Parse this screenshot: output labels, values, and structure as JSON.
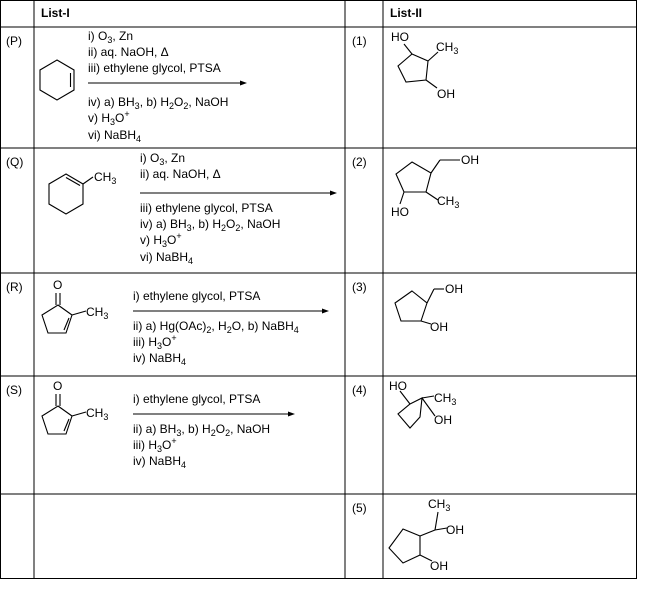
{
  "header": {
    "list1": "List-I",
    "list2": "List-II"
  },
  "rows": [
    {
      "label": "(P)",
      "num": "(1)",
      "steps": [
        "i) O3, Zn",
        "ii) aq. NaOH, Δ",
        "iii) ethylene glycol, PTSA",
        "iv) a) BH3, b) H2O2, NaOH",
        "v) H3O+",
        "vi) NaBH4"
      ],
      "product_labels": [
        "HO",
        "CH3",
        "OH"
      ]
    },
    {
      "label": "(Q)",
      "num": "(2)",
      "reactant_label": "CH3",
      "steps": [
        "i) O3, Zn",
        "ii) aq. NaOH, Δ",
        "iii) ethylene glycol, PTSA",
        "iv) a) BH3, b) H2O2, NaOH",
        "v)  H3O+",
        "vi) NaBH4"
      ],
      "product_labels": [
        "OH",
        "CH3",
        "HO"
      ]
    },
    {
      "label": "(R)",
      "num": "(3)",
      "reactant_labels": [
        "O",
        "CH3"
      ],
      "steps": [
        "i) ethylene glycol, PTSA",
        "ii) a) Hg(OAc)2, H2O, b) NaBH4",
        "iii) H3O+",
        "iv) NaBH4"
      ],
      "product_labels": [
        "OH",
        "OH"
      ]
    },
    {
      "label": "(S)",
      "num": "(4)",
      "reactant_labels": [
        "O",
        "CH3"
      ],
      "steps": [
        "i) ethylene glycol, PTSA",
        "ii) a) BH3, b) H2O2, NaOH",
        "iii) H3O+",
        "iv) NaBH4"
      ],
      "product_labels": [
        "HO",
        "CH3",
        "OH"
      ]
    },
    {
      "label": "",
      "num": "(5)",
      "product_labels": [
        "CH3",
        "OH",
        "OH"
      ]
    }
  ]
}
